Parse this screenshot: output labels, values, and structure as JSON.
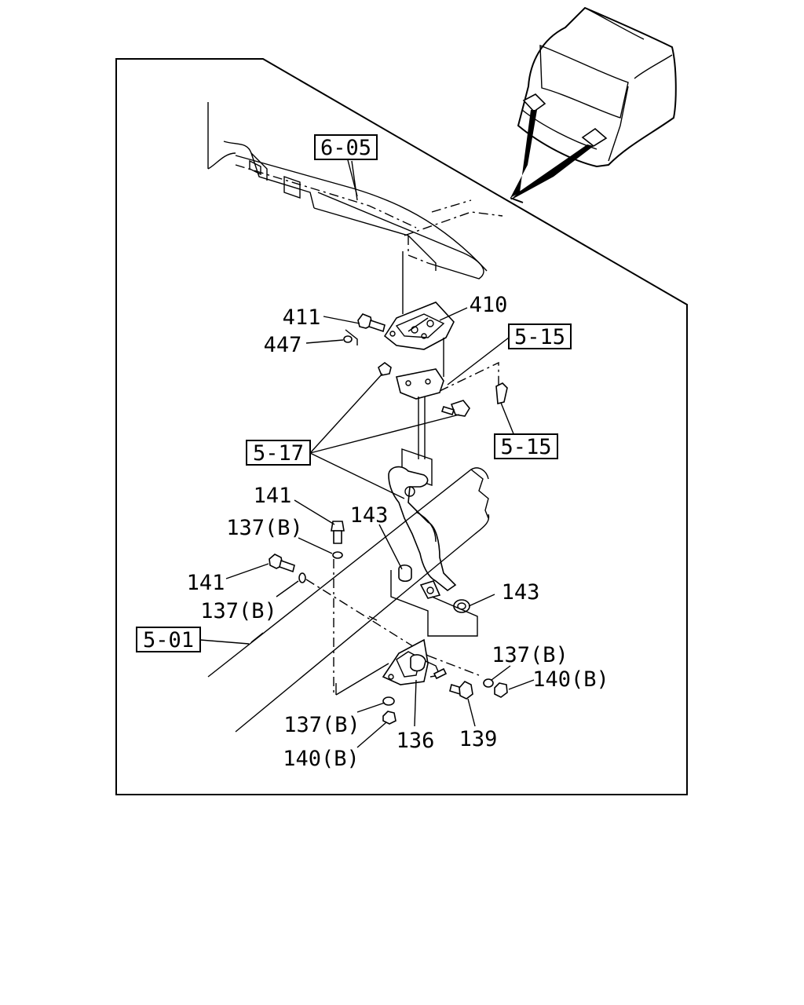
{
  "ref_boxes": {
    "ref_6_05": "6-05",
    "ref_5_15_top": "5-15",
    "ref_5_15_side": "5-15",
    "ref_5_17": "5-17",
    "ref_5_01": "5-01"
  },
  "callouts": {
    "p411": "411",
    "p410": "410",
    "p447": "447",
    "p141_top": "141",
    "p137b_top": "137(B)",
    "p143_left": "143",
    "p141_left": "141",
    "p137b_left": "137(B)",
    "p143_right": "143",
    "p137b_right": "137(B)",
    "p140b_right": "140(B)",
    "p137b_bottom": "137(B)",
    "p140b_bottom": "140(B)",
    "p136": "136",
    "p139": "139"
  }
}
